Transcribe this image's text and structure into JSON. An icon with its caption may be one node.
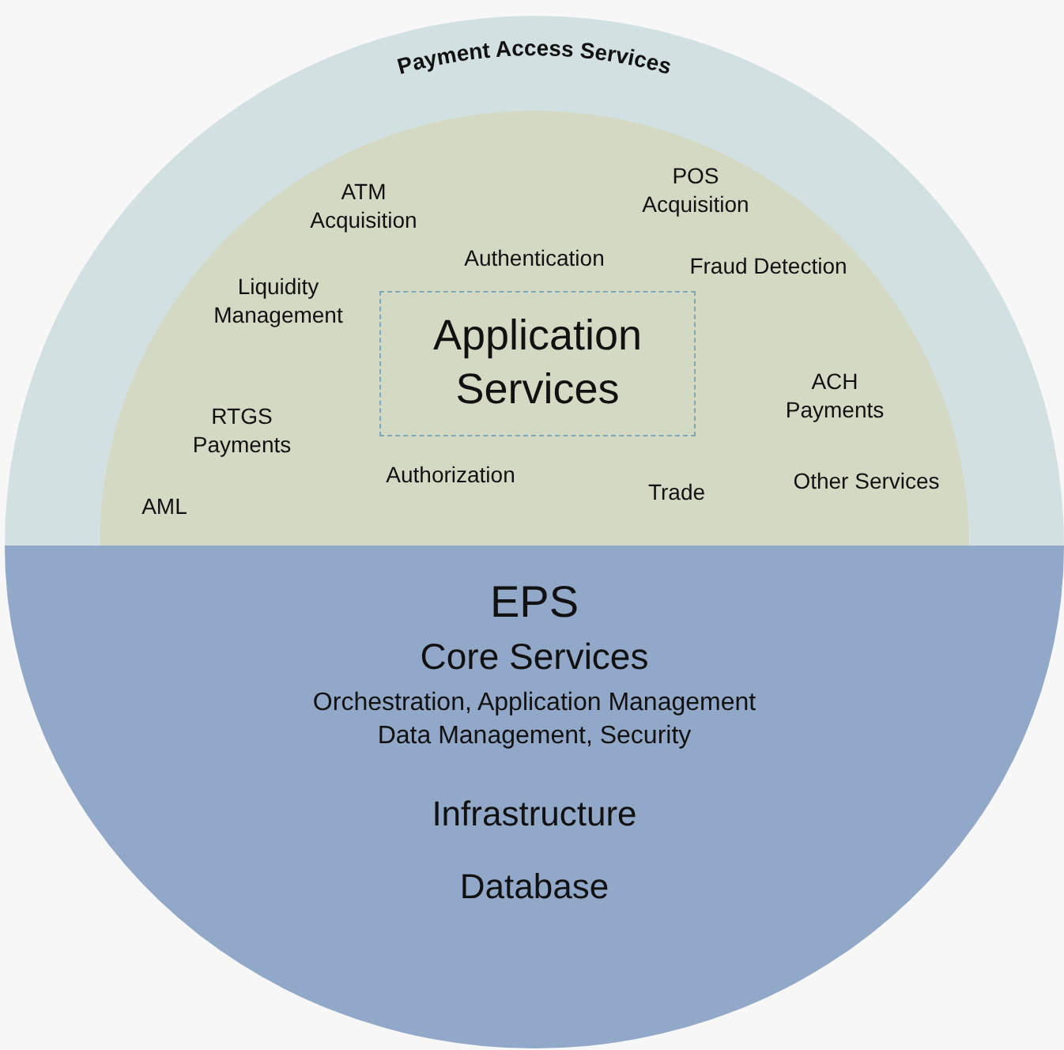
{
  "diagram": {
    "nodes": [
      {
        "text": [
          "Payment Access Services"
        ]
      },
      {
        "text": [
          "POS Acquisition",
          "ATM Acquisition",
          "Authentication",
          "Fraud Detection",
          "Liquidity Management",
          "ACH Payments",
          "RTGS Payments",
          "Authorization",
          "Other Services",
          "Trade",
          "AML"
        ],
        "in": 0
      },
      {
        "text": [
          "Application Services"
        ],
        "in": 1
      },
      {
        "text": [
          "EPS",
          "Core Services",
          "Orchestration, Application Management Data Management, Security",
          "Infrastructure",
          "Database"
        ]
      }
    ]
  }
}
